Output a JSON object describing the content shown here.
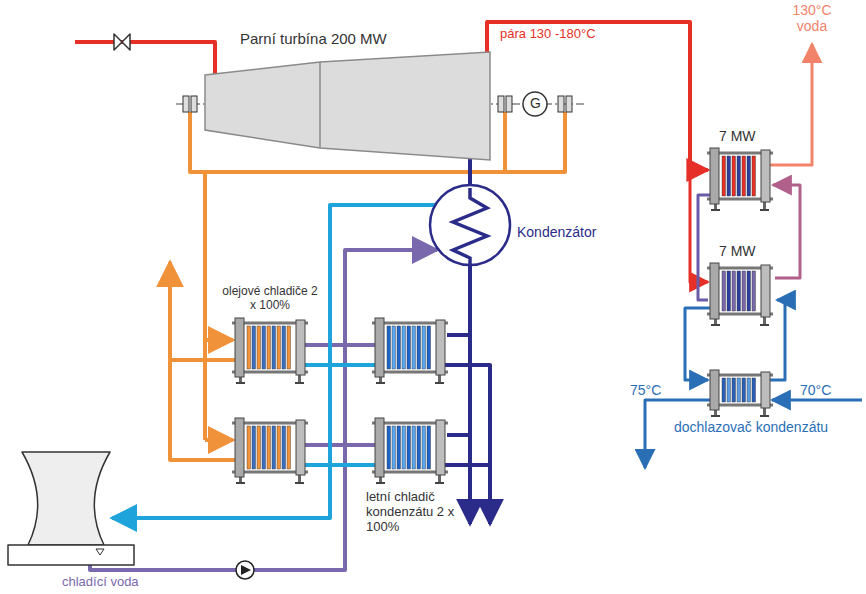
{
  "diagram": {
    "nodes": [
      {
        "text": [
          "Parní turbína 200 MW"
        ]
      },
      {
        "text": [
          "G"
        ]
      },
      {
        "text": [
          "Kondenzátor"
        ]
      },
      {
        "text": [
          "7 MW"
        ]
      },
      {
        "text": [
          "7 MW"
        ]
      }
    ],
    "edges": [
      {
        "from": 0,
        "to": 2,
        "arrow": "none"
      },
      {
        "from": 0,
        "to": 3,
        "arrow": "to"
      }
    ],
    "labels": [
      "pára 130 -180°C",
      "130°C voda",
      "olejové chladiče 2 x 100%",
      "letní chladič kondenzátu 2 x 100%",
      "75°C",
      "70°C",
      "dochlazovač kondenzátu",
      "chladící voda"
    ]
  }
}
